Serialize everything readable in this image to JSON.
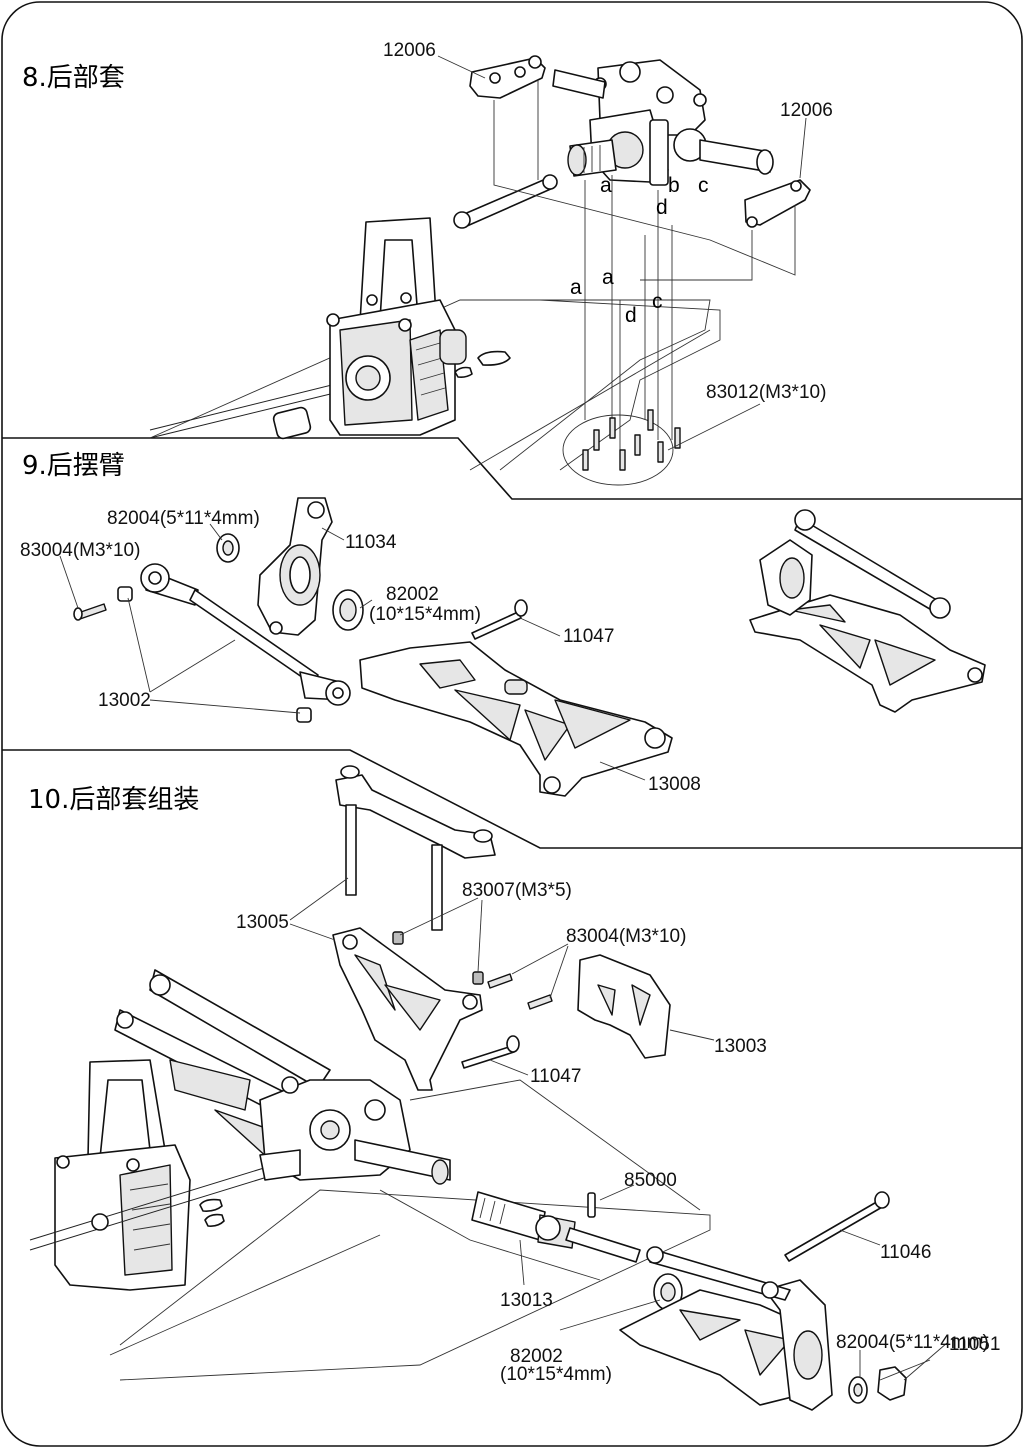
{
  "sections": [
    {
      "title": "8.后部套"
    },
    {
      "title": "9.后摆臂"
    },
    {
      "title": "10.后部套组装"
    }
  ],
  "section8": {
    "labels": [
      "12006",
      "12006",
      "83012(M3*10)"
    ],
    "letters": [
      "a",
      "b",
      "c",
      "d",
      "a",
      "a",
      "c",
      "d"
    ]
  },
  "section9": {
    "labels": [
      "82004(5*11*4mm)",
      "83004(M3*10)",
      "11034",
      "82002",
      "(10*15*4mm)",
      "11047",
      "13002",
      "13008"
    ]
  },
  "section10": {
    "labels": [
      "13005",
      "83007(M3*5)",
      "83004(M3*10)",
      "13003",
      "11047",
      "85000",
      "11046",
      "13013",
      "82002",
      "(10*15*4mm)",
      "82004(5*11*4mm)",
      "11051"
    ]
  }
}
